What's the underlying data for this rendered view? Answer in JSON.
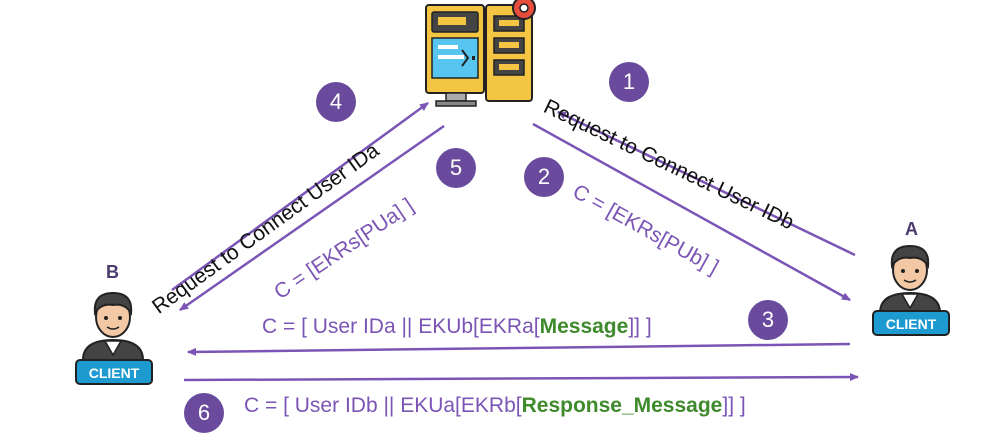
{
  "nodes": {
    "server": {
      "icon": "server-icon"
    },
    "client_b": {
      "letter": "B",
      "tag": "CLIENT",
      "icon": "client-person-icon"
    },
    "client_a": {
      "letter": "A",
      "tag": "CLIENT",
      "icon": "client-person-icon"
    }
  },
  "steps": [
    {
      "number": "1",
      "label": "Request to Connect User IDb"
    },
    {
      "number": "2",
      "label": "C = [EKRs[PUb] ]"
    },
    {
      "number": "3",
      "parts": [
        "C = [ User IDa || EKUb[EKRa[",
        "Message",
        "]] ]"
      ]
    },
    {
      "number": "4",
      "label": "Request to Connect User IDa"
    },
    {
      "number": "5",
      "label": "C = [EKRs[PUa] ]"
    },
    {
      "number": "6",
      "parts": [
        "C = [ User IDb || EKUa[EKRb[",
        "Response_Message",
        "]] ]"
      ]
    }
  ],
  "colors": {
    "badge": "#6a4a9c",
    "arrow": "#7b55b5",
    "highlight": "#3f8a2c",
    "client_tag": "#1d9bd1"
  }
}
